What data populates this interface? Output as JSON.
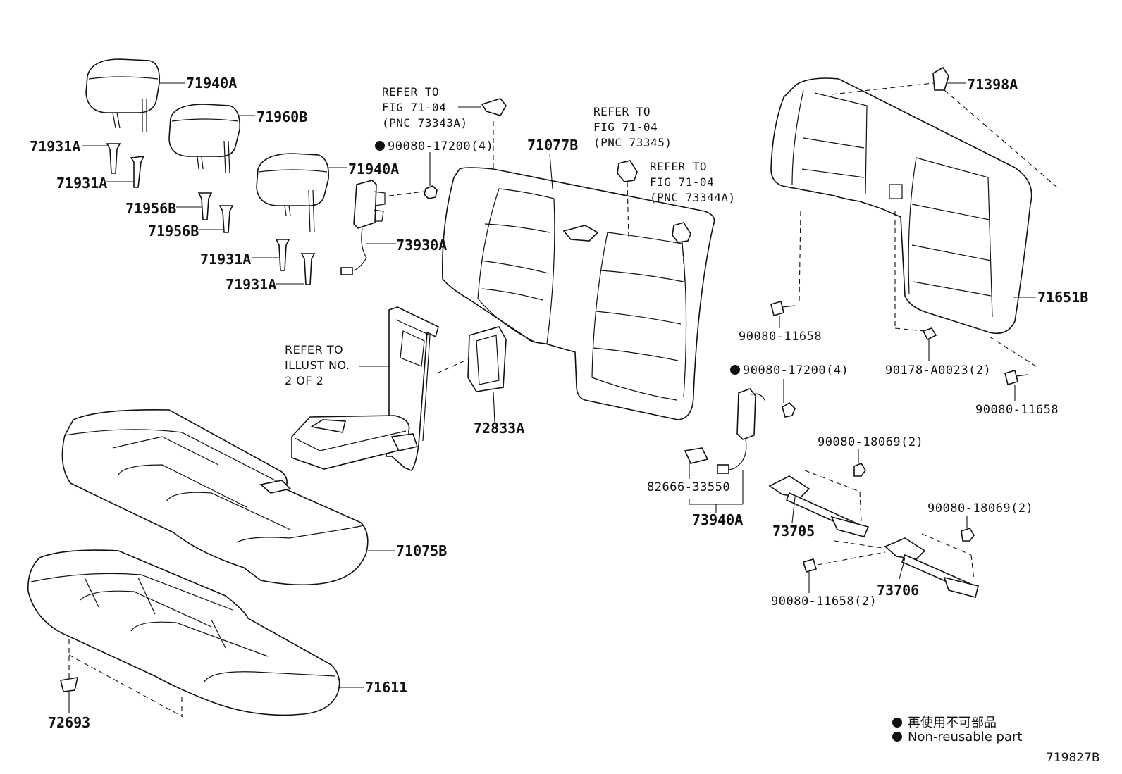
{
  "diagram": {
    "parts": {
      "headrest_upper": "71940A",
      "headrest_middle": "71960B",
      "headrest_lower": "71940A",
      "support_1a": "71931A",
      "support_1b": "71931A",
      "support_2a": "71956B",
      "support_2b": "71956B",
      "support_3a": "71931A",
      "support_3b": "71931A",
      "airbag_left": "73930A",
      "airbag_right": "73940A",
      "back_cover": "71077B",
      "back_frame": "71651B",
      "hook_top": "71398A",
      "cushion_cover": "71075B",
      "cushion_pad": "71611",
      "clip": "72693",
      "armrest_cover": "72833A",
      "seatbelt_anchor_1": "73705",
      "seatbelt_anchor_2": "73706",
      "sensor": "82666-33550"
    },
    "fasteners": {
      "nut_left": "90080-17200(4)",
      "nut_right": "90080-17200(4)",
      "bolt_back_a": "90080-11658",
      "bolt_back_b": "90080-11658",
      "nut_back": "90178-A0023(2)",
      "nut_anchor_1": "90080-18069(2)",
      "nut_anchor_2": "90080-18069(2)",
      "bolt_anchor": "90080-11658(2)"
    },
    "references": {
      "ref_73343a": "REFER TO\nFIG 71-04\n(PNC 73343A)",
      "ref_73345": "REFER TO\nFIG 71-04\n(PNC 73345)",
      "ref_73344a": "REFER TO\nFIG 71-04\n(PNC 73344A)",
      "ref_illust": "REFER TO\nILLUST NO.\n2 OF 2"
    },
    "legend": {
      "line_jp": "再使用不可部品",
      "line_en": "Non-reusable part"
    },
    "illustration_number": "719827B"
  }
}
